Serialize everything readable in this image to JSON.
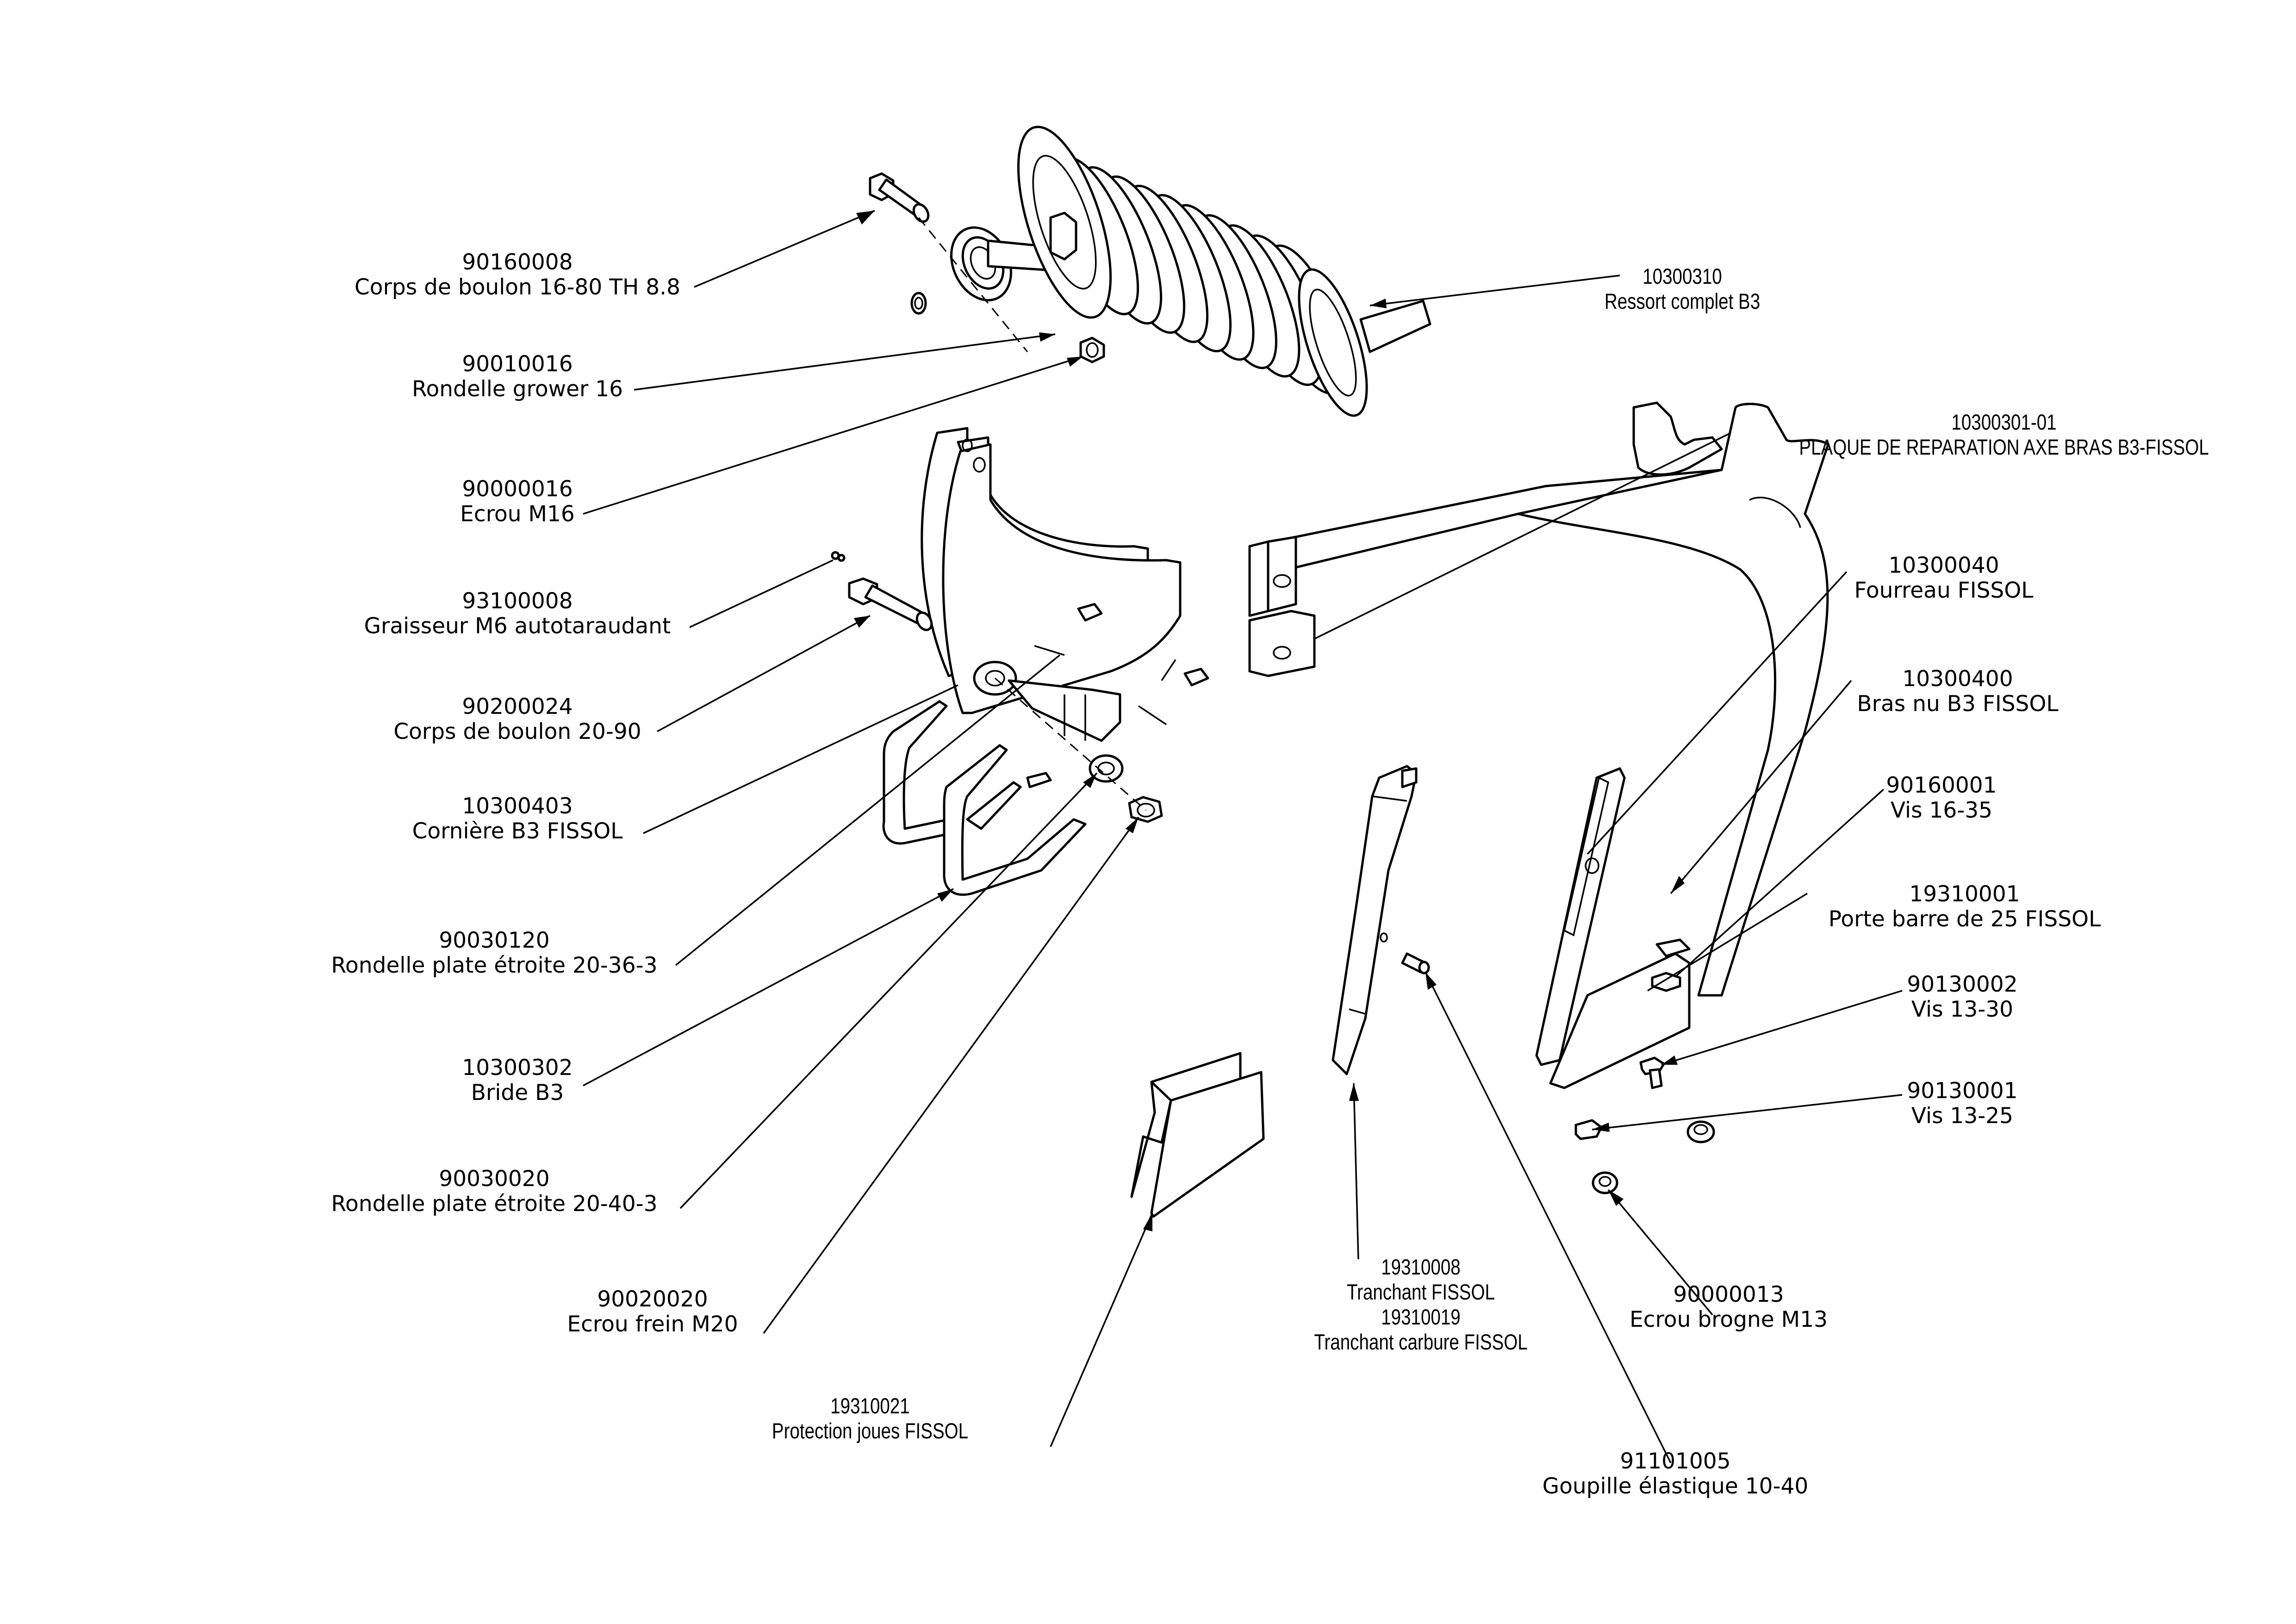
{
  "drawing": {
    "type": "exploded-parts-diagram",
    "line_color": "#000000",
    "background": "#ffffff"
  },
  "callouts": [
    {
      "id": "c1",
      "ref": "90160008",
      "desc": "Corps de boulon 16-80 TH 8.8"
    },
    {
      "id": "c2",
      "ref": "90010016",
      "desc": "Rondelle grower 16"
    },
    {
      "id": "c3",
      "ref": "90000016",
      "desc": "Ecrou M16"
    },
    {
      "id": "c4",
      "ref": "93100008",
      "desc": "Graisseur M6 autotaraudant"
    },
    {
      "id": "c5",
      "ref": "90200024",
      "desc": "Corps de boulon 20-90"
    },
    {
      "id": "c6",
      "ref": "10300403",
      "desc": "Cornière B3 FISSOL"
    },
    {
      "id": "c7",
      "ref": "90030120",
      "desc": "Rondelle plate étroite 20-36-3"
    },
    {
      "id": "c8",
      "ref": "10300302",
      "desc": "Bride B3"
    },
    {
      "id": "c9",
      "ref": "90030020",
      "desc": "Rondelle plate étroite 20-40-3"
    },
    {
      "id": "c10",
      "ref": "90020020",
      "desc": "Ecrou frein M20"
    },
    {
      "id": "c11",
      "ref": "19310021",
      "desc": "Protection joues FISSOL"
    },
    {
      "id": "c12",
      "ref": "19310008",
      "desc": "Tranchant FISSOL",
      "ref2": "19310019",
      "desc2": "Tranchant carbure FISSOL"
    },
    {
      "id": "c13",
      "ref": "91101005",
      "desc": "Goupille élastique 10-40"
    },
    {
      "id": "c14",
      "ref": "90000013",
      "desc": "Ecrou brogne M13"
    },
    {
      "id": "c15",
      "ref": "90130001",
      "desc": "Vis 13-25"
    },
    {
      "id": "c16",
      "ref": "90130002",
      "desc": "Vis 13-30"
    },
    {
      "id": "c17",
      "ref": "19310001",
      "desc": "Porte barre de 25 FISSOL"
    },
    {
      "id": "c18",
      "ref": "90160001",
      "desc": "Vis 16-35"
    },
    {
      "id": "c19",
      "ref": "10300400",
      "desc": "Bras nu B3 FISSOL"
    },
    {
      "id": "c20",
      "ref": "10300040",
      "desc": "Fourreau FISSOL"
    },
    {
      "id": "c21",
      "ref": "10300301-01",
      "desc": "PLAQUE DE REPARATION AXE BRAS B3-FISSOL"
    },
    {
      "id": "c22",
      "ref": "10300310",
      "desc": "Ressort complet B3"
    }
  ]
}
